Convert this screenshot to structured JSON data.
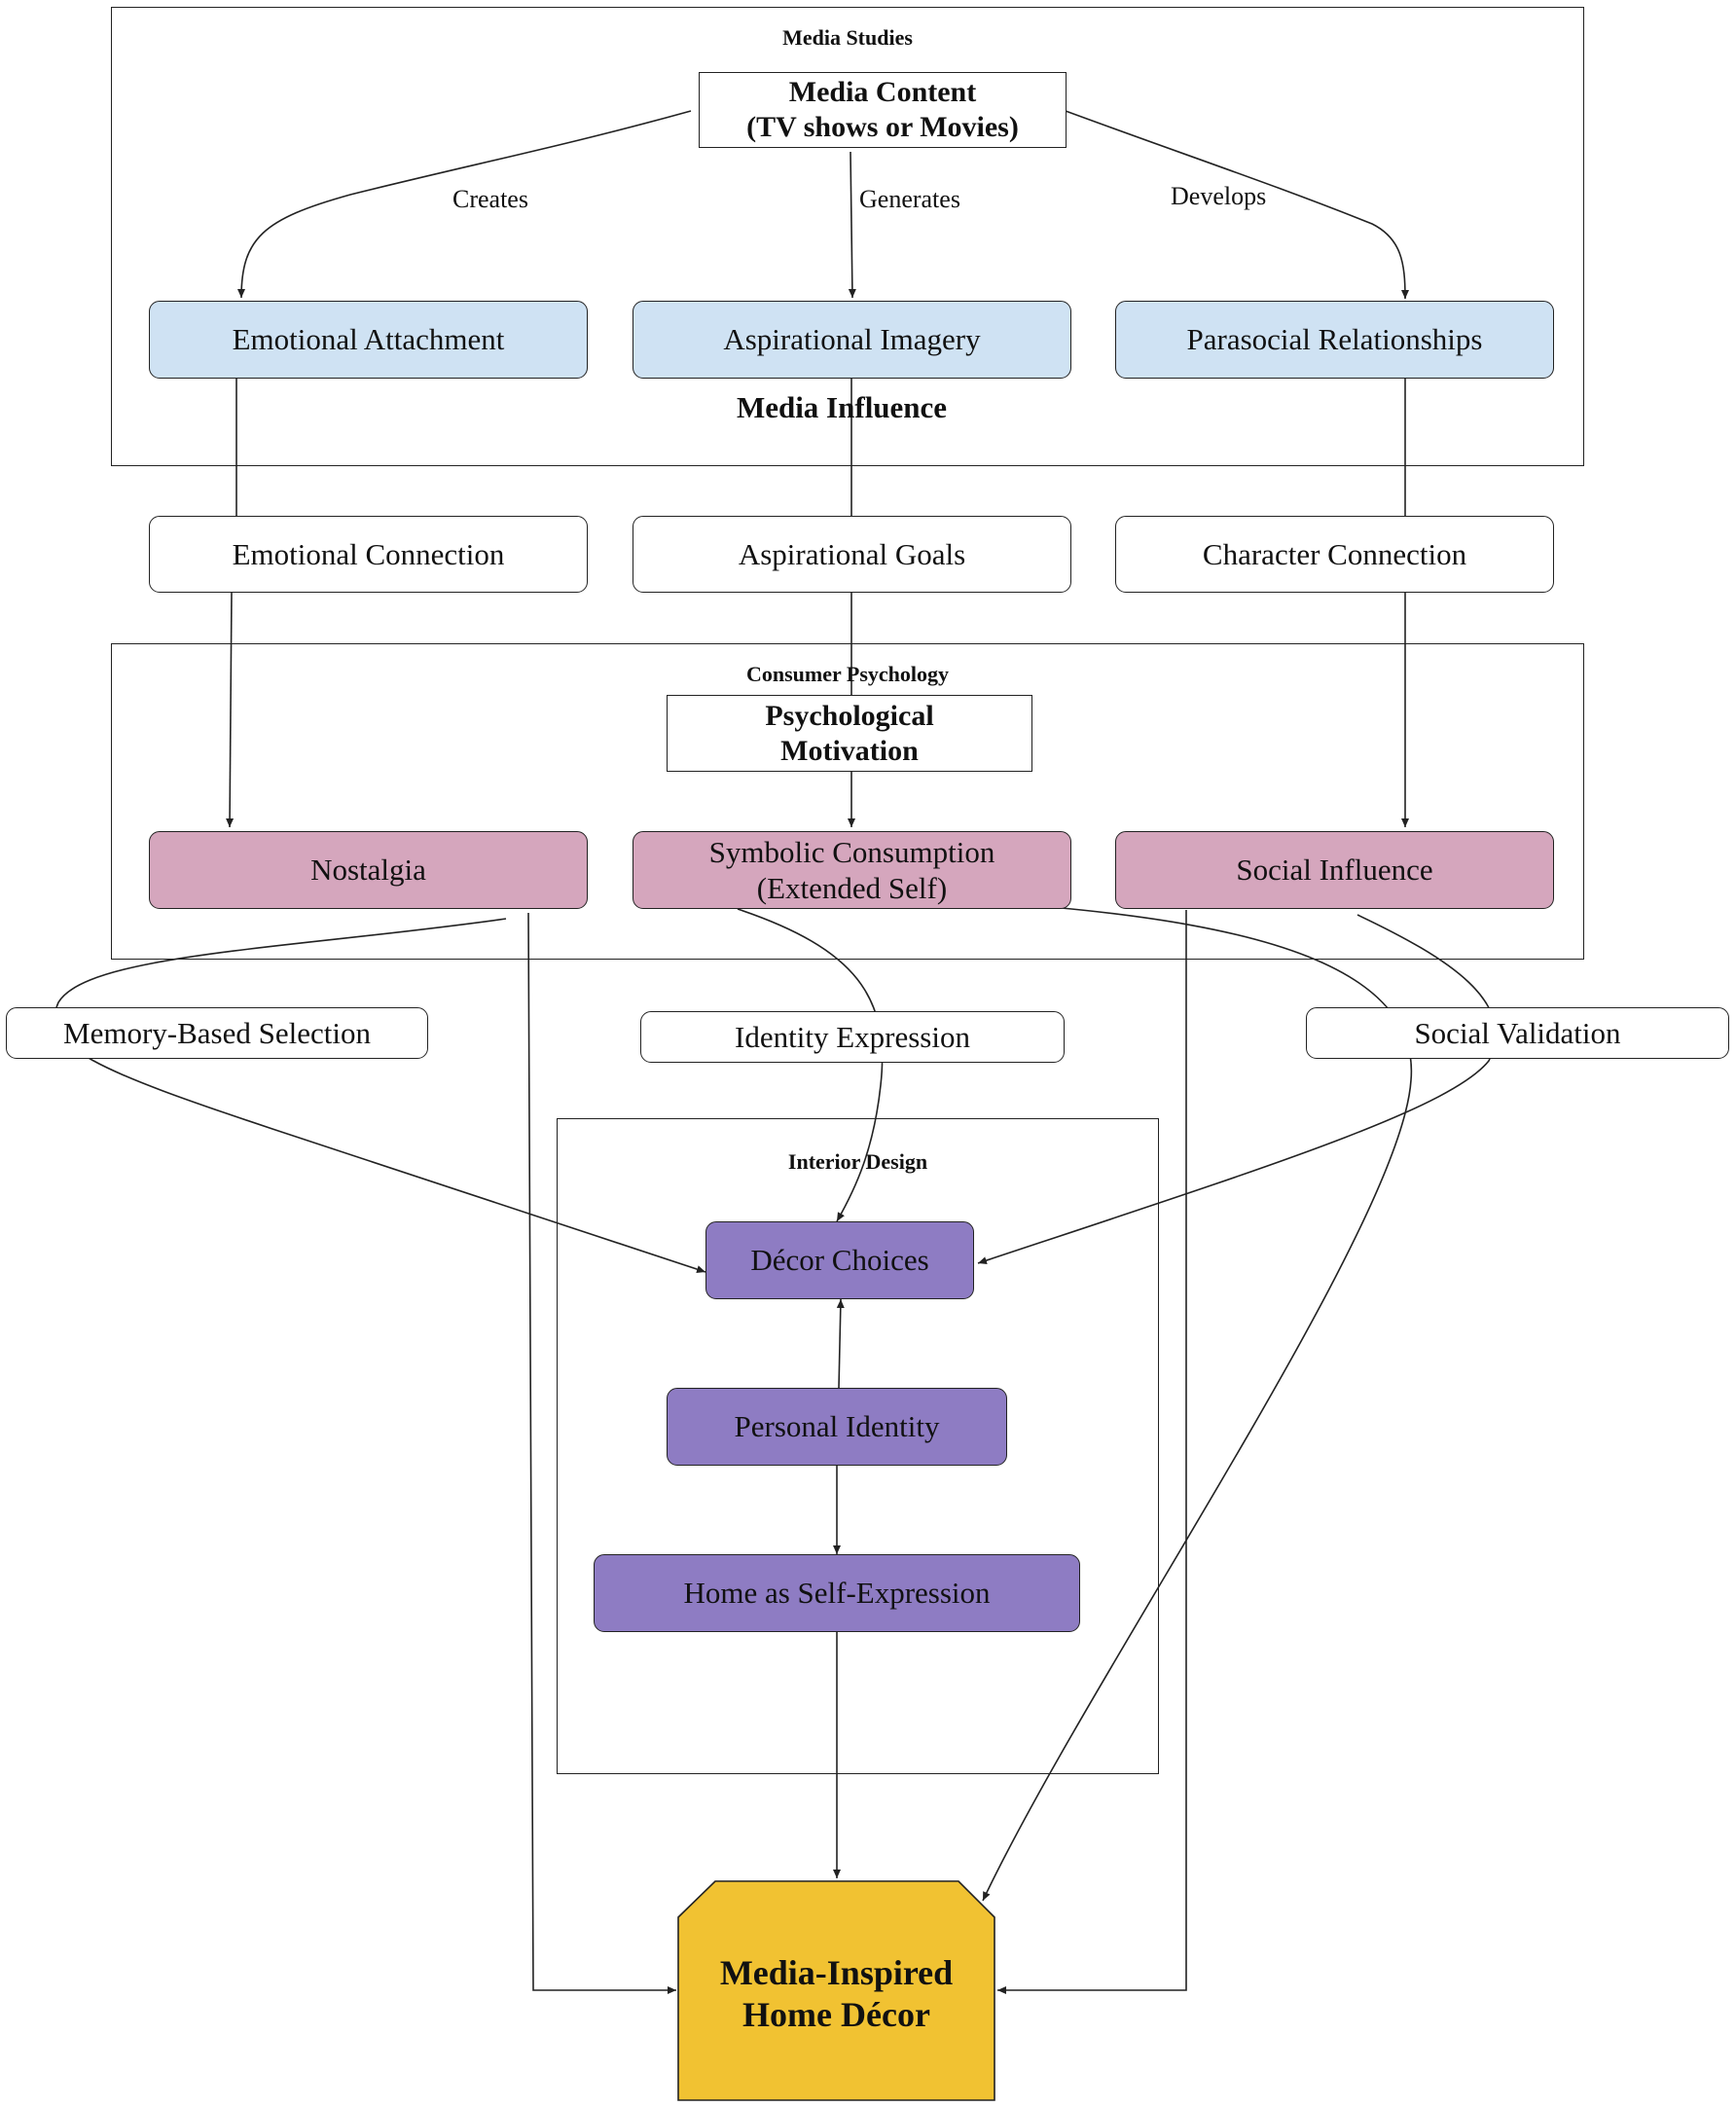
{
  "clusters": {
    "media_studies": "Media Studies",
    "consumer_psychology": "Consumer Psychology",
    "interior_design": "Interior Design"
  },
  "nodes": {
    "media_content": "Media Content\n(TV shows or Movies)",
    "emotional_attachment": "Emotional Attachment",
    "aspirational_imagery": "Aspirational Imagery",
    "parasocial_relationships": "Parasocial Relationships",
    "media_influence": "Media Influence",
    "emotional_connection": "Emotional Connection",
    "aspirational_goals": "Aspirational Goals",
    "character_connection": "Character Connection",
    "psychological_motivation": "Psychological\nMotivation",
    "nostalgia": "Nostalgia",
    "symbolic_consumption": "Symbolic Consumption\n(Extended Self)",
    "social_influence": "Social Influence",
    "memory_based_selection": "Memory-Based Selection",
    "identity_expression": "Identity Expression",
    "social_validation": "Social Validation",
    "decor_choices": "Décor Choices",
    "personal_identity": "Personal Identity",
    "home_self_expression": "Home as Self-Expression",
    "media_inspired": "Media-Inspired\nHome Décor"
  },
  "edge_labels": {
    "creates": "Creates",
    "generates": "Generates",
    "develops": "Develops"
  },
  "colors": {
    "blue": "#cfe2f3",
    "pink": "#d5a6bd",
    "purple": "#8e7cc3",
    "gold": "#f1c232"
  }
}
